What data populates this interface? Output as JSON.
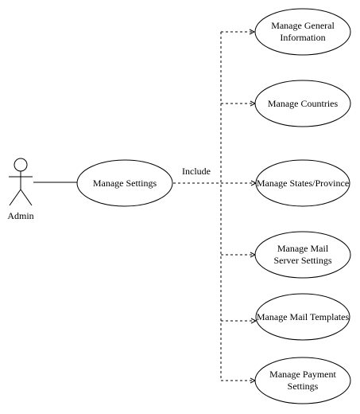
{
  "diagram": {
    "type": "use-case",
    "actor": {
      "label": "Admin"
    },
    "main_use_case": {
      "label": "Manage Settings"
    },
    "relationship": {
      "label": "Include"
    },
    "included_use_cases": [
      {
        "label": "Manage General\nInformation"
      },
      {
        "label": "Manage Countries"
      },
      {
        "label": "Manage States/Province"
      },
      {
        "label": "Manage Mail\nServer Settings"
      },
      {
        "label": "Manage Mail Templates"
      },
      {
        "label": "Manage Payment\nSettings"
      }
    ],
    "colors": {
      "stroke": "#000000",
      "fill": "#ffffff",
      "text": "#000000"
    }
  }
}
